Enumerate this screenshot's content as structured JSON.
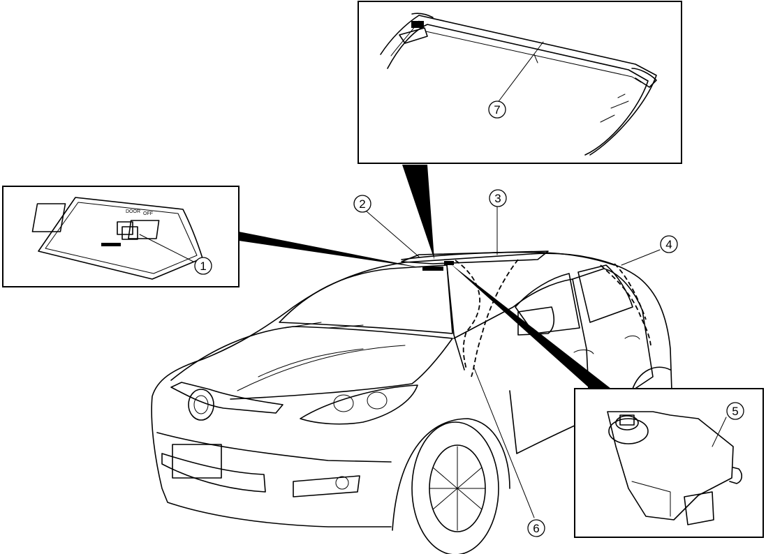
{
  "callouts": [
    {
      "id": 1,
      "label": "1"
    },
    {
      "id": 2,
      "label": "2"
    },
    {
      "id": 3,
      "label": "3"
    },
    {
      "id": 4,
      "label": "4"
    },
    {
      "id": 5,
      "label": "5"
    },
    {
      "id": 6,
      "label": "6"
    },
    {
      "id": 7,
      "label": "7"
    }
  ],
  "insets": {
    "switch_panel": {
      "switch_labels": [
        "DOOR",
        "OFF"
      ]
    },
    "motor": {},
    "sunroof_frame": {}
  }
}
